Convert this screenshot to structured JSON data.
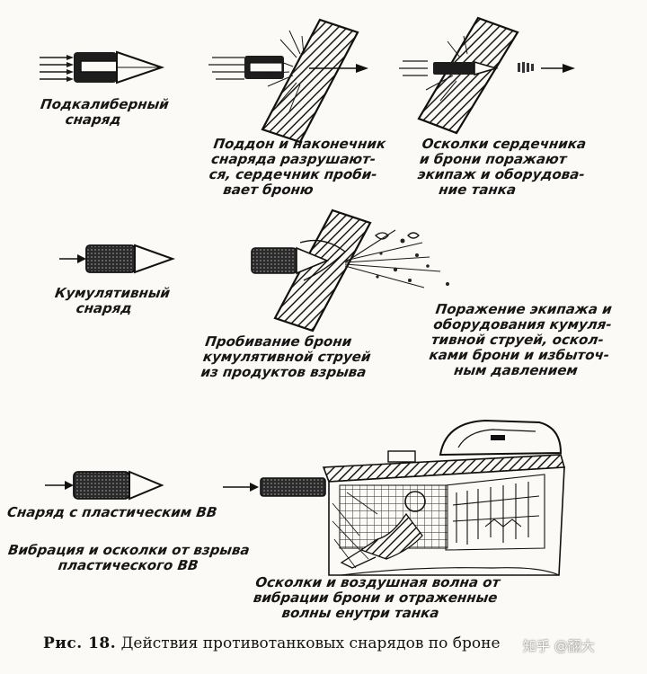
{
  "labels": {
    "subcal_shell": [
      "Подкалиберный",
      "снаряд"
    ],
    "subcal_pierce": [
      "Поддон и наконечник",
      "снарядa разрушают-",
      "ся, сердечник проби-",
      "вает броню"
    ],
    "subcal_fragments": [
      "Осколки сердечника",
      "и брони поражают",
      "экипаж и оборудова-",
      "ние танка"
    ],
    "heat_shell": [
      "Кумулятивный",
      "снаряд"
    ],
    "heat_pierce": [
      "Пробивание брони",
      "кумулятивной струей",
      "из продуктов взрыва"
    ],
    "heat_effect": [
      "Поражение экипажа и",
      "оборудования кумуля-",
      "тивной струей, оскол-",
      "ками брони и избыточ-",
      "ным давлением"
    ],
    "hesh_shell": [
      "Снаряд с пластическим ВВ"
    ],
    "hesh_vibration": [
      "Вибрация и осколки от взрыва",
      "пластического ВВ"
    ],
    "hesh_effect": [
      "Осколки и воздушная волна от",
      "вибрации брони и отраженные",
      "волны енутри танка"
    ]
  },
  "caption": {
    "prefix": "Рис. 18.",
    "text": "Действия противотанковых снарядов по броне"
  },
  "watermark": "知乎 @翻大"
}
